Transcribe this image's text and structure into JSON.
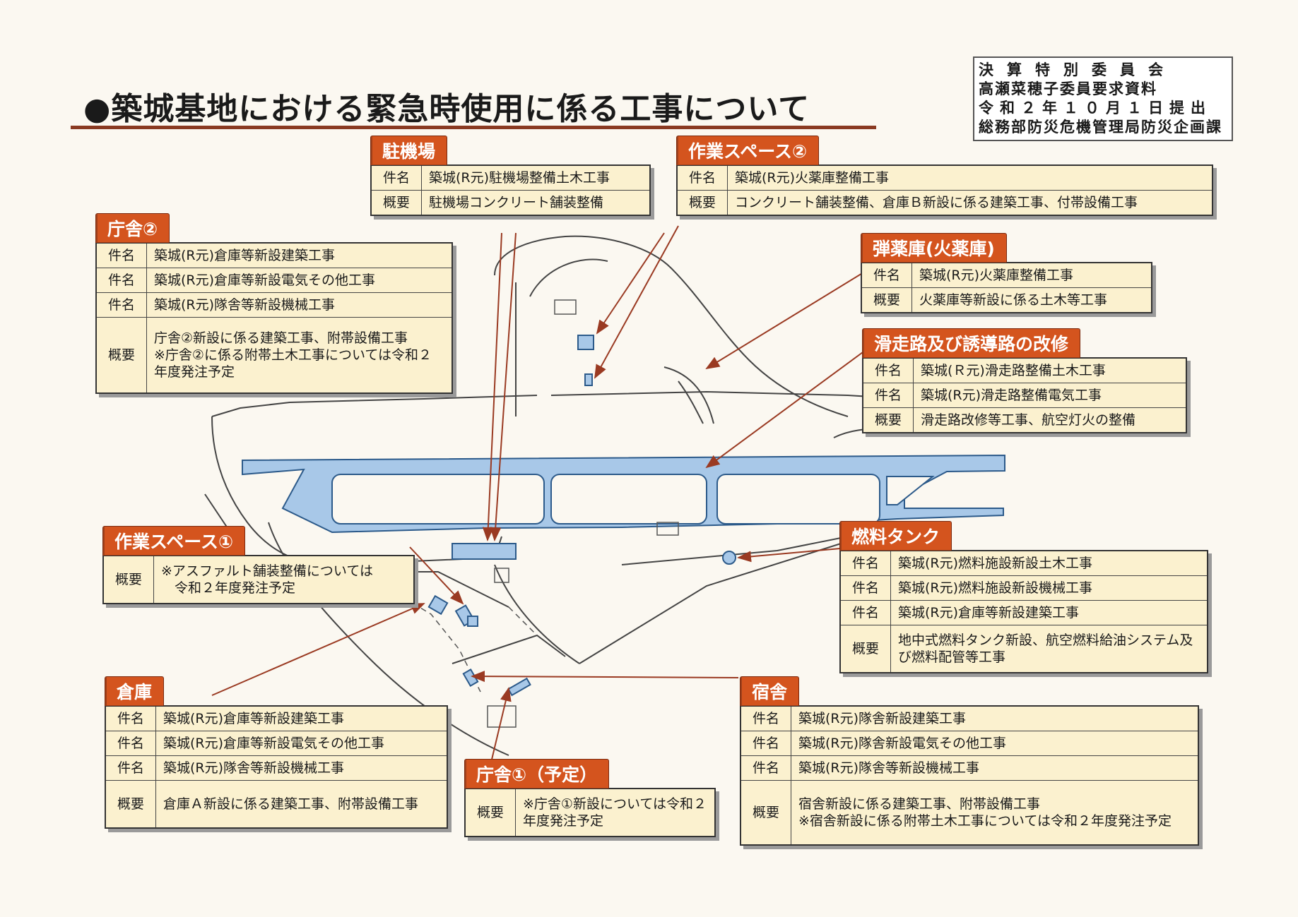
{
  "title": "●築城基地における緊急時使用に係る工事について",
  "stamp": [
    "決算特別委員会",
    "高瀬菜穂子委員要求資料",
    "令和２年１０月１日提出",
    "総務部防災危機管理局防災企画課"
  ],
  "boxes": {
    "chushajo": {
      "label": "駐機場",
      "rows": [
        [
          "件名",
          "築城(R元)駐機場整備土木工事"
        ],
        [
          "概要",
          "駐機場コンクリート舗装整備"
        ]
      ]
    },
    "sagyo2": {
      "label": "作業スペース②",
      "rows": [
        [
          "件名",
          "築城(R元)火薬庫整備工事"
        ],
        [
          "概要",
          "コンクリート舗装整備、倉庫Ｂ新設に係る建築工事、付帯設備工事"
        ]
      ]
    },
    "chosha2": {
      "label": "庁舎②",
      "rows": [
        [
          "件名",
          "築城(R元)倉庫等新設建築工事"
        ],
        [
          "件名",
          "築城(R元)倉庫等新設電気その他工事"
        ],
        [
          "件名",
          "築城(R元)隊舎等新設機械工事"
        ],
        [
          "概要",
          "庁舎②新設に係る建築工事、附帯設備工事\n※庁舎②に係る附帯土木工事については令和２年度発注予定"
        ]
      ]
    },
    "danyakuko": {
      "label": "弾薬庫(火薬庫)",
      "rows": [
        [
          "件名",
          "築城(R元)火薬庫整備工事"
        ],
        [
          "概要",
          "火薬庫等新設に係る土木等工事"
        ]
      ]
    },
    "kassoro": {
      "label": "滑走路及び誘導路の改修",
      "rows": [
        [
          "件名",
          "築城(Ｒ元)滑走路整備土木工事"
        ],
        [
          "件名",
          "築城(R元)滑走路整備電気工事"
        ],
        [
          "概要",
          "滑走路改修等工事、航空灯火の整備"
        ]
      ]
    },
    "sagyo1": {
      "label": "作業スペース①",
      "rows": [
        [
          "概要",
          "※アスファルト舗装整備については\n　令和２年度発注予定"
        ]
      ]
    },
    "nenryo": {
      "label": "燃料タンク",
      "rows": [
        [
          "件名",
          "築城(R元)燃料施設新設土木工事"
        ],
        [
          "件名",
          "築城(R元)燃料施設新設機械工事"
        ],
        [
          "件名",
          "築城(R元)倉庫等新設建築工事"
        ],
        [
          "概要",
          "地中式燃料タンク新設、航空燃料給油システム及び燃料配管等工事"
        ]
      ]
    },
    "soko": {
      "label": "倉庫",
      "rows": [
        [
          "件名",
          "築城(R元)倉庫等新設建築工事"
        ],
        [
          "件名",
          "築城(R元)倉庫等新設電気その他工事"
        ],
        [
          "件名",
          "築城(R元)隊舎等新設機械工事"
        ],
        [
          "概要",
          "倉庫Ａ新設に係る建築工事、附帯設備工事"
        ]
      ]
    },
    "chosha1": {
      "label": "庁舎①（予定）",
      "rows": [
        [
          "概要",
          "※庁舎①新設については令和２年度発注予定"
        ]
      ]
    },
    "shukusha": {
      "label": "宿舎",
      "rows": [
        [
          "件名",
          "築城(R元)隊舎新設建築工事"
        ],
        [
          "件名",
          "築城(R元)隊舎新設電気その他工事"
        ],
        [
          "件名",
          "築城(R元)隊舎等新設機械工事"
        ],
        [
          "概要",
          "宿舎新設に係る建築工事、附帯設備工事\n※宿舎新設に係る附帯土木工事については令和２年度発注予定"
        ]
      ]
    }
  },
  "colors": {
    "tab": "#d4541e",
    "table_bg": "#fbf1cf",
    "runway": "#a8c8e8",
    "arrow": "#9a3a22",
    "title_rule": "#8a3a22"
  }
}
